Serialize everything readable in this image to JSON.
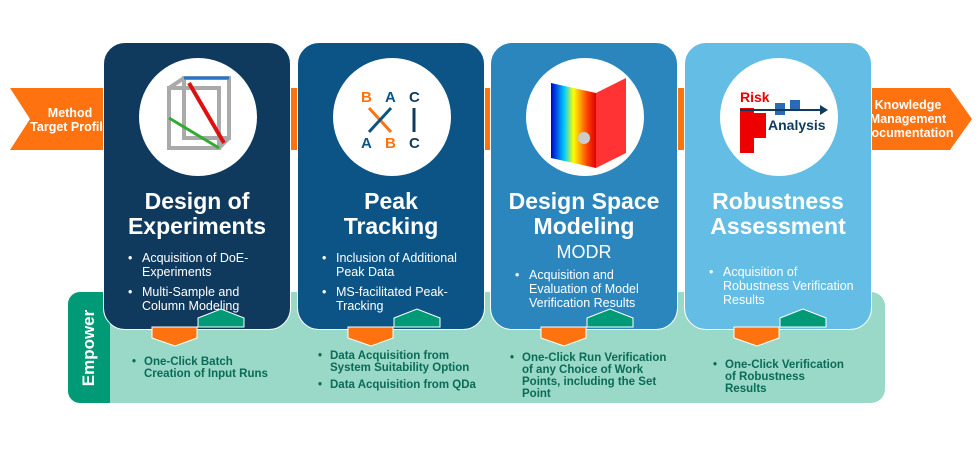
{
  "flow": {
    "start": "Method Target Profile",
    "end": "Knowledge Management Documentation"
  },
  "colors": {
    "orange": "#ff7210",
    "green": "#009a76",
    "mint": "#9ad8c8",
    "p1": "#0f3a5e",
    "p2": "#0d5486",
    "p3": "#2a86bd",
    "p4": "#64bde4"
  },
  "panels": [
    {
      "title": "Design of Experiments",
      "subtitle": "",
      "bullets": [
        "Acquisition of DoE-Experiments",
        "Multi-Sample and Column Modeling"
      ],
      "icon": "cube-design-icon"
    },
    {
      "title": "Peak Tracking",
      "subtitle": "",
      "bullets": [
        "Inclusion of Additional Peak Data",
        "MS-facilitated Peak-Tracking"
      ],
      "icon": "peak-tracking-icon",
      "icon_letters": [
        "B",
        "A",
        "C",
        "A",
        "B",
        "C"
      ]
    },
    {
      "title": "Design Space Modeling",
      "subtitle": "MODR",
      "bullets": [
        "Acquisition and Evaluation of Model Verification Results"
      ],
      "icon": "design-space-icon"
    },
    {
      "title": "Robustness Assessment",
      "subtitle": "",
      "bullets": [
        "Acquisition of Robustness Verification Results"
      ],
      "icon": "risk-analysis-icon",
      "icon_text": [
        "Risk",
        "Analysis"
      ]
    }
  ],
  "empower": {
    "label": "Empower",
    "columns": [
      [
        "One-Click Batch Creation of Input Runs"
      ],
      [
        "Data Acquisition from System Suitability Option",
        "Data Acquisition from QDa"
      ],
      [
        "One-Click Run Verification of any Choice of Work Points, including the Set Point"
      ],
      [
        "One-Click Verification of Robustness Results"
      ]
    ]
  }
}
